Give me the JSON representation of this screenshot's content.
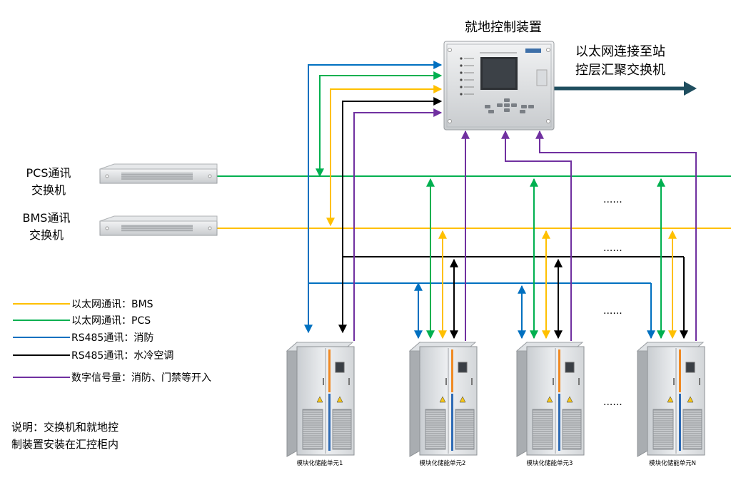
{
  "controller": {
    "title": "就地控制装置"
  },
  "uplink": {
    "line1": "以太网连接至站",
    "line2": "控层汇聚交换机"
  },
  "pcs_switch": {
    "line1": "PCS通讯",
    "line2": "交换机"
  },
  "bms_switch": {
    "line1": "BMS通讯",
    "line2": "交换机"
  },
  "legend": [
    {
      "label": "以太网通讯：BMS",
      "color": "#FFC000"
    },
    {
      "label": "以太网通讯：PCS",
      "color": "#00B050"
    },
    {
      "label": "RS485通讯：消防",
      "color": "#0070C0"
    },
    {
      "label": "RS485通讯：水冷空调",
      "color": "#000000"
    },
    {
      "label": "数字信号量：消防、门禁等开入",
      "color": "#7030A0"
    }
  ],
  "note": {
    "line1": "说明：交换机和就地控",
    "line2": "制装置安装在汇控柜内"
  },
  "ellipsis": "......",
  "units": [
    {
      "label": "模块化储能单元1"
    },
    {
      "label": "模块化储能单元2"
    },
    {
      "label": "模块化储能单元3"
    },
    {
      "label": "模块化储能单元N"
    }
  ],
  "colors": {
    "bms": "#FFC000",
    "pcs": "#00B050",
    "fire": "#0070C0",
    "hvac": "#000000",
    "digital": "#7030A0",
    "uplink": "#1F4E5F"
  }
}
